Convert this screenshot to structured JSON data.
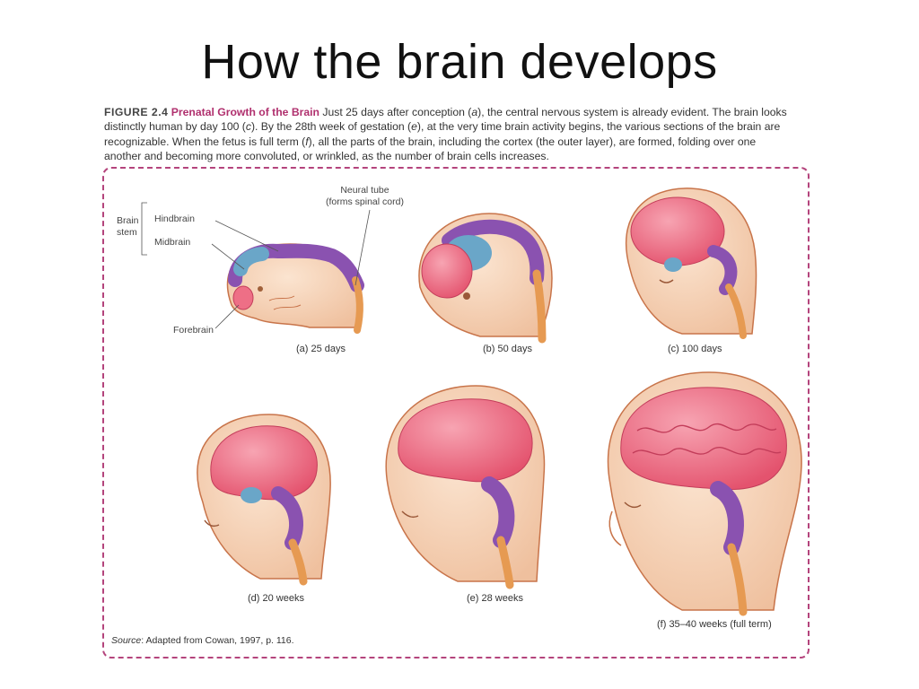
{
  "slide": {
    "title": "How the brain develops"
  },
  "caption": {
    "figure_number": "FIGURE 2.4",
    "figure_title": "Prenatal Growth of the Brain",
    "text_1": " Just 25 days after conception (",
    "ref_a": "a",
    "text_2": "), the central nervous system is already evident. The brain looks distinctly human by day 100 (",
    "ref_c": "c",
    "text_3": "). By the 28th week of gestation (",
    "ref_e": "e",
    "text_4": "), at the very time brain activity begins, the various sections of the brain are recognizable. When the fetus is full term (",
    "ref_f": "f",
    "text_5": "), all the parts of the brain, including the cortex (the outer layer), are formed, folding over one another and becoming more convoluted, or wrinkled, as the number of brain cells increases."
  },
  "annotations": {
    "neural_tube_1": "Neural tube",
    "neural_tube_2": "(forms spinal cord)",
    "brain_stem_1": "Brain",
    "brain_stem_2": "stem",
    "hindbrain": "Hindbrain",
    "midbrain": "Midbrain",
    "forebrain": "Forebrain"
  },
  "stages": [
    {
      "label": "(a)  25 days"
    },
    {
      "label": "(b)  50 days"
    },
    {
      "label": "(c)  100 days"
    },
    {
      "label": "(d)  20 weeks"
    },
    {
      "label": "(e)  28 weeks"
    },
    {
      "label": "(f)  35–40 weeks (full term)"
    }
  ],
  "source": {
    "lead": "Source",
    "text": ": Adapted from Cowan, 1997, p. 116."
  },
  "colors": {
    "frame": "#b4447c",
    "skin": "#f6d3b8",
    "skin_outline": "#c8744a",
    "cortex": "#ee6f86",
    "midbrain": "#8a52b0",
    "hindbrain_blue": "#6aa6c8",
    "spinal_cord": "#e69a52"
  }
}
